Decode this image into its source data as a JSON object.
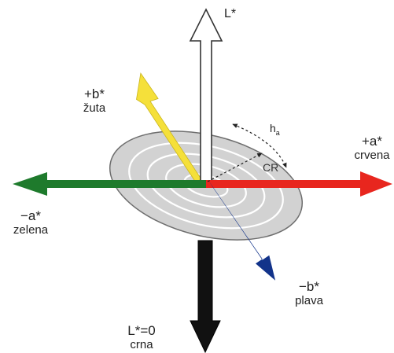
{
  "axes": {
    "l_top": {
      "symbol": "L*"
    },
    "l_bottom": {
      "symbol": "L*=0",
      "name": "crna"
    },
    "a_pos": {
      "symbol": "+a*",
      "name": "crvena",
      "color": "#e8261e"
    },
    "a_neg": {
      "symbol": "−a*",
      "name": "zelena",
      "color": "#1e7a2c"
    },
    "b_pos": {
      "symbol": "+b*",
      "name": "žuta",
      "color": "#f5e03a"
    },
    "b_neg": {
      "symbol": "−b*",
      "name": "plava",
      "color": "#12338a"
    }
  },
  "annotations": {
    "hue_angle": {
      "base": "h",
      "sub": "a"
    },
    "chroma": "CR"
  },
  "colors": {
    "disc_fill": "#d2d2d2",
    "disc_stroke": "#6e6e6e",
    "ring": "#ffffff",
    "lightness_axis_top": "#ffffff",
    "lightness_axis_bottom": "#111111"
  }
}
